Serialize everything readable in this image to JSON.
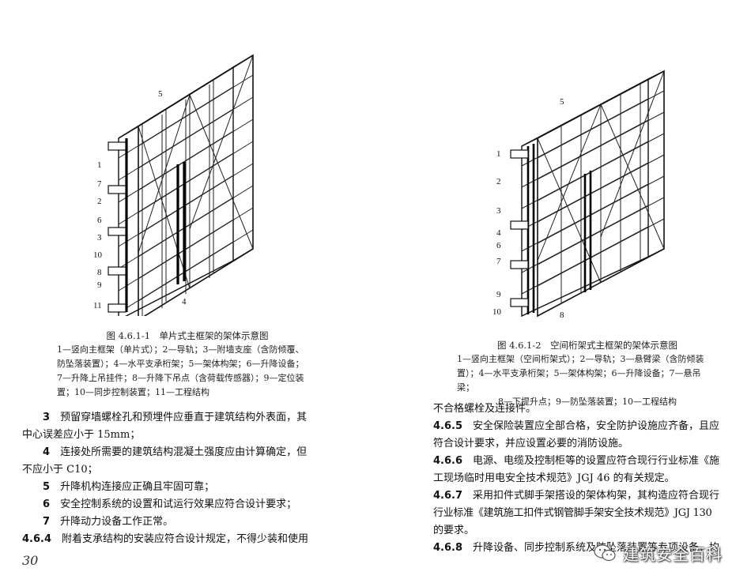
{
  "left_figure": {
    "labels": [
      "5",
      "1",
      "7",
      "2",
      "6",
      "3",
      "10",
      "8",
      "9",
      "11",
      "4"
    ],
    "caption_title": "图 4.6.1-1　单片式主框架的架体示意图",
    "caption_lines": [
      "1—竖向主框架（单片式）；2—导轨；3—附墙支座（含防倾覆、",
      "防坠落装置）；4—水平支承桁架；5—架体构架；6—升降设备；",
      "7—升降上吊挂件；8—升降下吊点（含荷载传感器）；9—定位装",
      "置；10—同步控制装置；11—工程结构"
    ]
  },
  "right_figure": {
    "labels": [
      "5",
      "1",
      "2",
      "3",
      "4",
      "6",
      "7",
      "9",
      "10",
      "8"
    ],
    "caption_title": "图 4.6.1-2　空间桁架式主框架的架体示意图",
    "caption_lines": [
      "1—竖向主框架（空间桁架式）；2—导轨；3—悬臂梁（含防倾装",
      "置）；4—水平支承桁架；5—架体构架；6—升降设备；7—悬吊梁；",
      "8—下提升点；9—防坠落装置；10—工程结构"
    ]
  },
  "left_text": [
    {
      "num": "3",
      "text": "预留穿墙螺栓孔和预埋件应垂直于建筑结构外表面，其"
    },
    {
      "num": "",
      "text": "中心误差应小于 15mm；"
    },
    {
      "num": "4",
      "text": "连接处所需要的建筑结构混凝土强度应由计算确定，但"
    },
    {
      "num": "",
      "text": "不应小于 C10；"
    },
    {
      "num": "5",
      "text": "升降机构连接应正确且牢固可靠；"
    },
    {
      "num": "6",
      "text": "安全控制系统的设置和试运行效果应符合设计要求；"
    },
    {
      "num": "7",
      "text": "升降动力设备工作正常。"
    },
    {
      "num": "4.6.4",
      "text": "附着支承结构的安装应符合设计规定，不得少装和使用"
    }
  ],
  "right_text": [
    {
      "num": "",
      "text": "不合格螺栓及连接件。"
    },
    {
      "num": "4.6.5",
      "text": "安全保险装置应全部合格，安全防护设施应齐备，且应"
    },
    {
      "num": "",
      "text": "符合设计要求，并应设置必要的消防设施。"
    },
    {
      "num": "4.6.6",
      "text": "电源、电缆及控制柜等的设置应符合现行行业标准《施"
    },
    {
      "num": "",
      "text": "工现场临时用电安全技术规范》JGJ 46 的有关规定。"
    },
    {
      "num": "4.6.7",
      "text": "采用扣件式脚手架搭设的架体构架，其构造应符合现行"
    },
    {
      "num": "",
      "text": "行业标准《建筑施工扣件式钢管脚手架安全技术规范》JGJ 130"
    },
    {
      "num": "",
      "text": "的要求。"
    },
    {
      "num": "4.6.8",
      "text": "升降设备、同步控制系统及防坠落装置等专项设备，均"
    }
  ],
  "page_number": "30",
  "watermark": {
    "text": "建筑安全百科",
    "icon": "wechat-icon"
  }
}
